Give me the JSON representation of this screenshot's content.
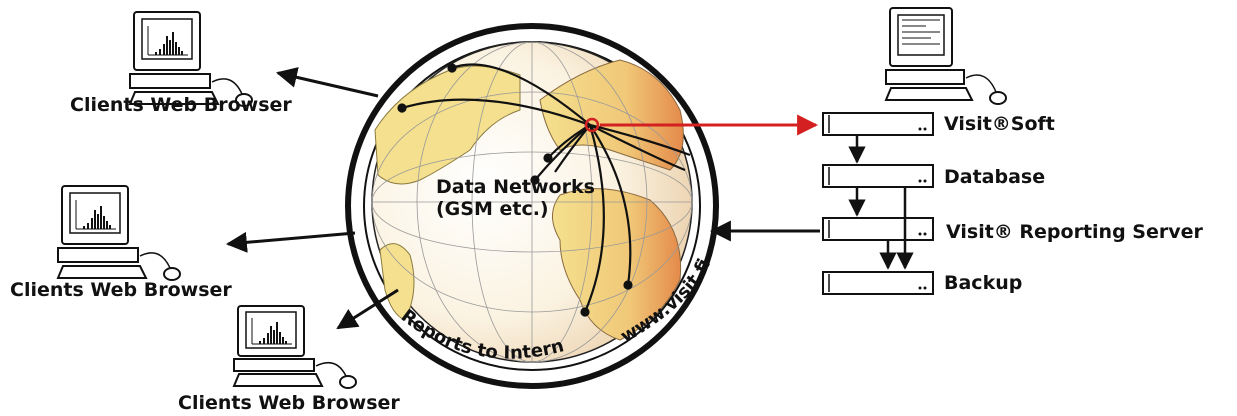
{
  "clients": [
    {
      "label": "Clients Web Browser"
    },
    {
      "label": "Clients Web Browser"
    },
    {
      "label": "Clients Web Browser"
    }
  ],
  "network": {
    "line1": "Data Networks",
    "line2": "(GSM etc.)"
  },
  "ring_text": {
    "left": "Reports to Internet",
    "right": "www.visit.fi"
  },
  "servers": [
    {
      "label": "Visit®Soft"
    },
    {
      "label": "Database"
    },
    {
      "label": "Visit® Reporting Server"
    },
    {
      "label": "Backup"
    }
  ],
  "colors": {
    "outline": "#111111",
    "highlight_arrow": "#d42020",
    "ocean": "#ffffff",
    "land_west": "#f2d98a",
    "land_east": "#e9a05a"
  }
}
